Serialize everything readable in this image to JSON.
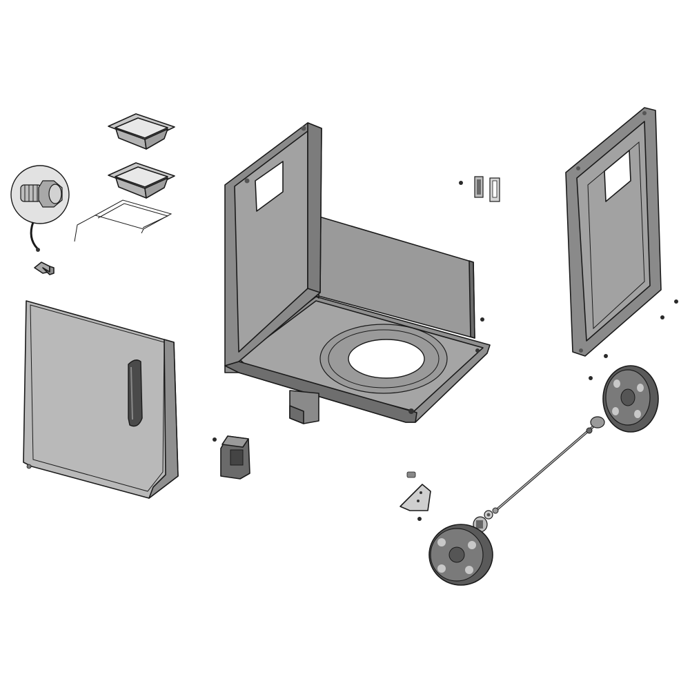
{
  "diagram": {
    "kind": "exploded-parts-view",
    "colors": {
      "background": "#ffffff",
      "outline": "#1a1a1a",
      "panel_dark": "#8a8a8a",
      "panel_mid": "#a9a9a9",
      "panel_light": "#c6c6c6",
      "wheel_dark": "#5a5a5a",
      "callout_circle": "#e2e2e2"
    },
    "parts": [
      {
        "id": "grease-tray-upper",
        "icon": "tray-icon"
      },
      {
        "id": "grease-tray-lower",
        "icon": "tray-icon"
      },
      {
        "id": "tray-holder",
        "icon": "wire-bracket-icon"
      },
      {
        "id": "bolt-detail-callout",
        "icon": "bolt-icon"
      },
      {
        "id": "door-hinge-bracket",
        "icon": "bracket-icon"
      },
      {
        "id": "cabinet-door",
        "icon": "door-icon"
      },
      {
        "id": "cart-frame",
        "icon": "cart-frame-icon"
      },
      {
        "id": "door-magnet-catch",
        "icon": "latch-icon"
      },
      {
        "id": "side-panel-right",
        "icon": "panel-icon"
      },
      {
        "id": "magnet-catches",
        "icon": "magnet-icon"
      },
      {
        "id": "wheel-right",
        "icon": "wheel-icon"
      },
      {
        "id": "wheel-left",
        "icon": "wheel-icon"
      },
      {
        "id": "axle",
        "icon": "axle-icon"
      },
      {
        "id": "wheel-bracket",
        "icon": "bracket-icon"
      },
      {
        "id": "hubcap",
        "icon": "hubcap-icon"
      },
      {
        "id": "washers",
        "icon": "washer-icon"
      },
      {
        "id": "screws",
        "icon": "screw-icon"
      }
    ]
  }
}
